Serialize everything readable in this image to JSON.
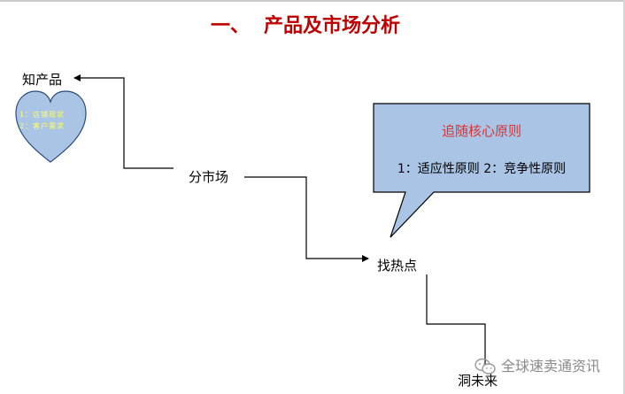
{
  "title": {
    "number": "一、",
    "text": "产品及市场分析"
  },
  "nodes": {
    "know_product": "知产品",
    "segment_market": "分市场",
    "find_hotspot": "找热点",
    "insight_future": "洞未来"
  },
  "heart": {
    "line1": "1：店铺现状",
    "line2": "2：客户需求",
    "fill": "#a9c4e4",
    "text_color": "#ffff66"
  },
  "callout": {
    "title": "追随核心原则",
    "body": "1：适应性原则 2：竞争性原则",
    "fill": "#a9c4e4",
    "title_color": "#e03030"
  },
  "watermark": {
    "text": "全球速卖通资讯",
    "icon": "wechat-icon"
  },
  "colors": {
    "title": "#c00000",
    "line": "#000000"
  }
}
